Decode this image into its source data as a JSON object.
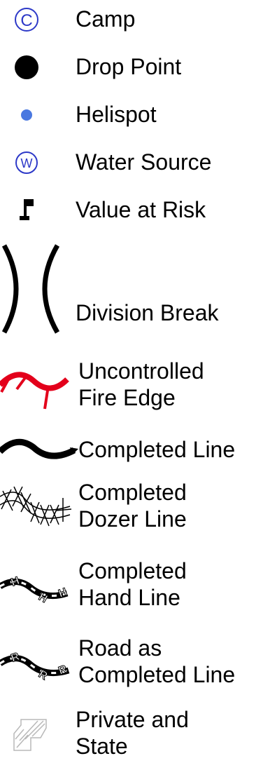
{
  "legend": {
    "items": [
      {
        "symbol": "camp-icon",
        "label": "Camp"
      },
      {
        "symbol": "drop-point-icon",
        "label": "Drop Point"
      },
      {
        "symbol": "helispot-icon",
        "label": "Helispot",
        "color": "#4a78e0"
      },
      {
        "symbol": "water-source-icon",
        "label": "Water Source",
        "color": "#2d39c8"
      },
      {
        "symbol": "value-at-risk-icon",
        "label": "Value at Risk"
      },
      {
        "symbol": "division-break-icon",
        "label": "Division Break"
      },
      {
        "symbol": "uncontrolled-fire-edge-icon",
        "label_lines": [
          "Uncontrolled",
          "Fire Edge"
        ],
        "color": "#e3001b"
      },
      {
        "symbol": "completed-line-icon",
        "label": "Completed Line"
      },
      {
        "symbol": "completed-dozer-line-icon",
        "label_lines": [
          "Completed",
          "Dozer Line"
        ]
      },
      {
        "symbol": "completed-hand-line-icon",
        "label_lines": [
          "Completed",
          "Hand Line"
        ],
        "glyph": "H"
      },
      {
        "symbol": "road-as-completed-line-icon",
        "label_lines": [
          "Road as",
          "Completed Line"
        ],
        "glyph": "R"
      },
      {
        "symbol": "private-and-state-icon",
        "label_lines": [
          "Private and",
          "State"
        ],
        "color": "#b8b8b8"
      }
    ]
  }
}
